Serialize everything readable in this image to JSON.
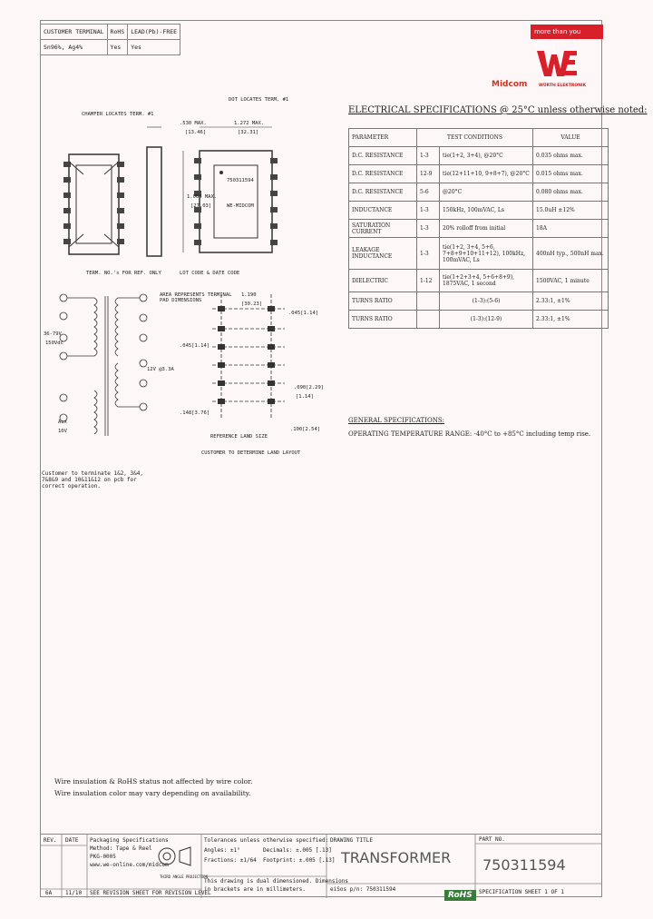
{
  "header_table": {
    "rows": [
      [
        "CUSTOMER TERMINAL",
        "RoHS",
        "LEAD(Pb)-FREE"
      ],
      [
        "Sn96%, Ag4%",
        "Yes",
        "Yes"
      ]
    ]
  },
  "banner": "more than you expect",
  "brand": {
    "name": "Midcom",
    "sub": "WÜRTH ELEKTRONIK",
    "logo_text": "WE"
  },
  "drawing_labels": {
    "chamfer": "CHAMFER LOCATES TERM. #1",
    "dot": "DOT LOCATES TERM. #1",
    "dim_width": ".530 MAX.",
    "dim_width_mm": "[13.46]",
    "dim_len": "1.272 MAX.",
    "dim_len_mm": "[32.31]",
    "dim_height": "1.064 MAX.",
    "dim_height_mm": "[27.03]",
    "part_mark": "750311594",
    "brand_mark": "WE-MIDCOM",
    "term_note": "TERM. NO.'s FOR REF. ONLY",
    "lot_note": "LOT CODE & DATE CODE",
    "area_note": "AREA REPRESENTS TERMINAL PAD DIMENSIONS",
    "d1": "1.190",
    "d1mm": "[30.23]",
    "d2": ".045[1.14]",
    "d3": ".045[1.14]",
    "d4": ".090[2.29]",
    "d4mm": "[1.14]",
    "d5": ".148[3.76]",
    "d6": ".100[2.54]",
    "ref_land": "REFERENCE LAND SIZE",
    "land_note": "CUSTOMER TO DETERMINE LAND LAYOUT"
  },
  "schematic": {
    "v1": "36-79V",
    "v1b": "150Vdc",
    "v2": "12V @3.3A",
    "v3": "Aux",
    "v3b": "10V",
    "note": "Customer to terminate 1&2, 3&4, 7&8&9 and 10&11&12 on pcb for correct operation."
  },
  "elec": {
    "title": "ELECTRICAL SPECIFICATIONS @ 25°C unless otherwise noted:",
    "header": [
      "PARAMETER",
      "TEST CONDITIONS",
      "VALUE"
    ],
    "rows": [
      [
        "D.C. RESISTANCE",
        "1-3",
        "tie(1+2, 3+4), @20°C",
        "0.035 ohms max."
      ],
      [
        "D.C. RESISTANCE",
        "12-9",
        "tie(12+11+10, 9+8+7), @20°C",
        "0.015 ohms max."
      ],
      [
        "D.C. RESISTANCE",
        "5-6",
        "@20°C",
        "0.080 ohms max."
      ],
      [
        "INDUCTANCE",
        "1-3",
        "150kHz, 100mVAC, Ls",
        "15.0uH ±12%"
      ],
      [
        "SATURATION CURRENT",
        "1-3",
        "20% rolloff from initial",
        "18A"
      ],
      [
        "LEAKAGE INDUCTANCE",
        "1-3",
        "tie(1+2, 3+4, 5+6, 7+8+9+10+11+12), 100kHz, 100mVAC, Ls",
        "400nH typ., 500nH max."
      ],
      [
        "DIELECTRIC",
        "1-12",
        "tie(1+2+3+4, 5+6+8+9), 1875VAC, 1 second",
        "1500VAC, 1 minute"
      ],
      [
        "TURNS RATIO",
        "",
        "(1-3):(5-6)",
        "2.33:1, ±1%"
      ],
      [
        "TURNS RATIO",
        "",
        "(1-3):(12-9)",
        "2.33:1, ±1%"
      ]
    ]
  },
  "general": {
    "title": "GENERAL SPECIFICATIONS:",
    "line": "OPERATING TEMPERATURE RANGE: -40°C to +85°C including temp rise."
  },
  "wire_notes": [
    "Wire insulation & RoHS status not affected by wire color.",
    "Wire insulation color may vary depending on availability."
  ],
  "title_block": {
    "rev_label": "REV.",
    "date_label": "DATE",
    "rev": "6A",
    "date": "11/10",
    "packaging": [
      "Packaging Specifications",
      "Method: Tape & Reel",
      "PKG-0005"
    ],
    "website": "www.we-online.com/midcom",
    "revision_note": "SEE REVISION SHEET FOR REVISION LEVEL",
    "proj_note": "THIRD ANGLE PROJECTION",
    "tol": [
      "Tolerances unless otherwise specified:",
      "Angles: ±1°",
      "Fractions: ±1/64",
      "Decimals: ±.005 [.13]",
      "Footprint: ±.005 [.13]"
    ],
    "dims_note": [
      "This drawing is dual dimensioned. Dimensions",
      "in brackets are in millimeters."
    ],
    "drawing_title_label": "DRAWING TITLE",
    "drawing_title": "TRANSFORMER",
    "file_ref": "eiSos p/n: 750311594",
    "partno_label": "PART NO.",
    "partno": "750311594",
    "rohs": "RoHS",
    "sheet": "SPECIFICATION SHEET  1  OF  1"
  }
}
